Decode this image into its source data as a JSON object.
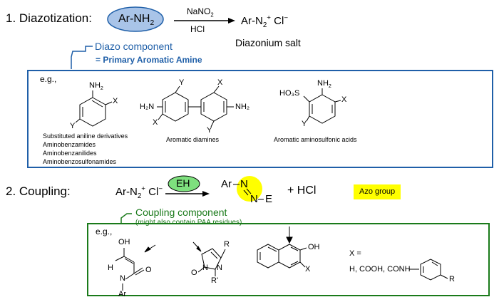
{
  "step1": {
    "title": "1. Diazotization:",
    "reactant": "Ar-NH",
    "reactant_sub": "2",
    "reagent_top": "NaNO",
    "reagent_top_sub": "2",
    "reagent_bottom": "HCl",
    "product_ar": "Ar-N",
    "product_sub": "2",
    "product_sup": "+",
    "product_cl": "Cl",
    "product_cl_sup": "−",
    "product_label": "Diazonium salt",
    "component_title": "Diazo component",
    "component_def": "= Primary Aromatic Amine",
    "eg": "e.g.,",
    "examples": {
      "aniline_list": [
        "Substituted aniline derivatives",
        "Aminobenzamides",
        "Aminobenzanilides",
        "Aminobenzosulfonamides"
      ],
      "diamines": "Aromatic diamines",
      "sulfonic": "Aromatic aminosulfonic acids",
      "aniline": {
        "nh2": "NH",
        "nh2_sub": "2",
        "x": "X",
        "y": "Y"
      },
      "benzidine": {
        "h2n": "H₂N",
        "nh2": "NH₂",
        "y1": "Y",
        "x1": "X",
        "x2": "X",
        "y2": "Y"
      },
      "sulf": {
        "nh2": "NH",
        "nh2_sub": "2",
        "ho3s": "HO₃S",
        "x": "X",
        "y": "Y"
      }
    }
  },
  "step2": {
    "title": "2. Coupling:",
    "reactant_ar": "Ar-N",
    "reactant_sub": "2",
    "reactant_sup": "+",
    "reactant_cl": "Cl",
    "reactant_cl_sup": "−",
    "reagent": "EH",
    "product_ar": "Ar",
    "product_n1": "N",
    "product_n2": "N",
    "product_e": "E",
    "plus_hcl": "+ HCl",
    "azo_label": "Azo group",
    "component_title": "Coupling component",
    "component_note": "(might also contain PAA residues)",
    "eg": "e.g.,",
    "examples": {
      "acetoacet": {
        "oh": "OH",
        "h": "H",
        "n": "N",
        "o": "O",
        "ar": "Ar"
      },
      "pyrazolone": {
        "r": "R",
        "o": "O",
        "n1": "N",
        "n2": "N",
        "rp": "R'"
      },
      "naphthol": {
        "oh": "OH",
        "x": "X"
      },
      "x_def_line1": "X =",
      "x_def_line2": "H, COOH, CONH",
      "x_def_r": "R"
    }
  },
  "colors": {
    "blue_box": "#1f5fa8",
    "blue_text": "#1f5fa8",
    "ellipse_fill": "#a9c4e8",
    "green_box": "#1a7a1a",
    "green_text": "#1a7a1a",
    "eh_fill": "#7ee07e",
    "yellow": "#ffff00"
  }
}
